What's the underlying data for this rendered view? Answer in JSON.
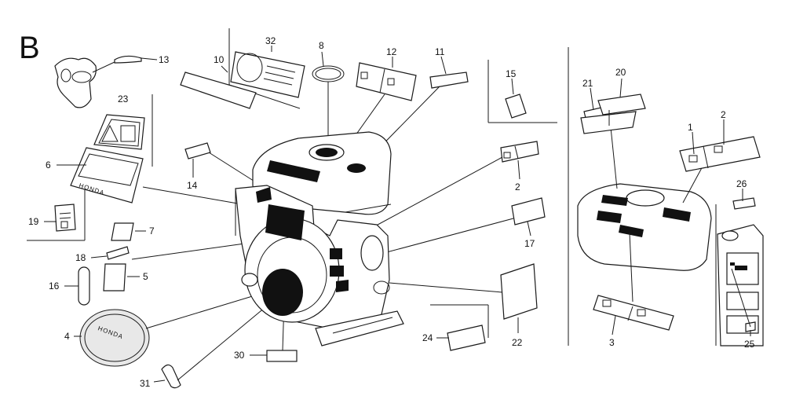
{
  "diagram": {
    "section_letter": "B",
    "brand": "HONDA",
    "callouts": {
      "c1": "1",
      "c2a": "2",
      "c2b": "2",
      "c3": "3",
      "c4": "4",
      "c5": "5",
      "c6": "6",
      "c7": "7",
      "c8": "8",
      "c10": "10",
      "c11": "11",
      "c12": "12",
      "c13": "13",
      "c14": "14",
      "c15": "15",
      "c16": "16",
      "c17": "17",
      "c18": "18",
      "c19": "19",
      "c20": "20",
      "c21": "21",
      "c22": "22",
      "c23": "23",
      "c24": "24",
      "c25": "25",
      "c26": "26",
      "c30": "30",
      "c31": "31",
      "c32": "32"
    }
  }
}
